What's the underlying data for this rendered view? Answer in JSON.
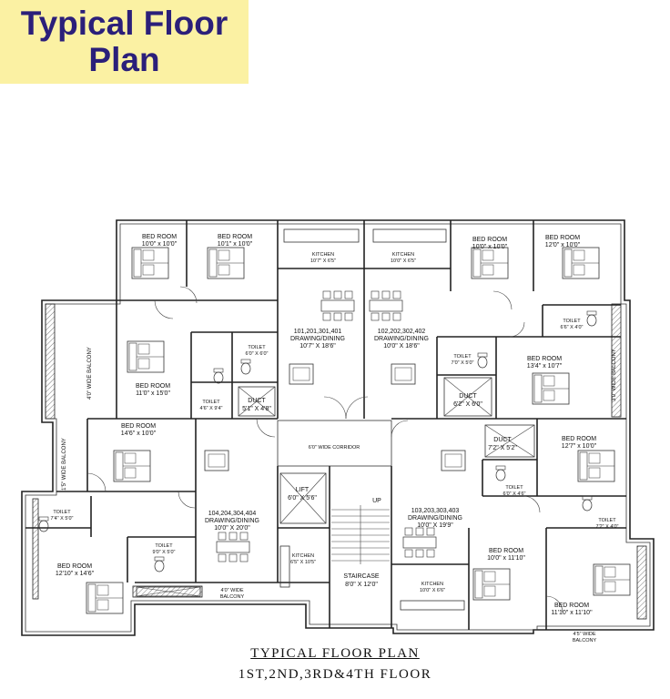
{
  "header": {
    "title_line1": "Typical Floor",
    "title_line2": "Plan",
    "bg_color": "#fbf1a3",
    "text_color": "#2b1f7a"
  },
  "rooms": {
    "bed_tl1": {
      "name": "BED ROOM",
      "size": "10'0\" x 10'0\""
    },
    "bed_tl2": {
      "name": "BED ROOM",
      "size": "10'1\" x 10'0\""
    },
    "kitchen_l": {
      "name": "KITCHEN",
      "size": "10'7\" X 6'5\""
    },
    "kitchen_r": {
      "name": "KITCHEN",
      "size": "10'0\" X 6'5\""
    },
    "bed_tr1": {
      "name": "BED ROOM",
      "size": "10'0\" x 10'0\""
    },
    "bed_tr2": {
      "name": "BED ROOM",
      "size": "12'0\" x 10'0\""
    },
    "dd_101": {
      "units": "101,201,301,401",
      "name": "DRAWING/DINING",
      "size": "10'7\" X 18'6\""
    },
    "dd_102": {
      "units": "102,202,302,402",
      "name": "DRAWING/DINING",
      "size": "10'0\" X 18'6\""
    },
    "toilet_a": {
      "name": "TOILET",
      "size": "6'0\" X 6'0\""
    },
    "toilet_b": {
      "name": "TOILET",
      "size": "7'0\" X 5'0\""
    },
    "toilet_c": {
      "name": "TOILET",
      "size": "6'6\" X 4'0\""
    },
    "toilet_d": {
      "name": "TOILET",
      "size": "4'6\" X 9'4\""
    },
    "bed_l2": {
      "name": "BED ROOM",
      "size": "11'0\" x 15'0\""
    },
    "bed_r2": {
      "name": "BED ROOM",
      "size": "13'4\" x 10'7\""
    },
    "duct_l": {
      "name": "DUCT",
      "size": "5'1\" X 4'8\""
    },
    "duct_r": {
      "name": "DUCT",
      "size": "6'2\" X 6'0\""
    },
    "balcony_l": {
      "name": "4'0\" WIDE BALCONY"
    },
    "balcony_r": {
      "name": "3'0\" WIDE BALCONY"
    },
    "corridor": {
      "name": "6'0\" WIDE CORRIDOR"
    },
    "bed_l3": {
      "name": "BED ROOM",
      "size": "14'6\" x 10'0\""
    },
    "bed_r3": {
      "name": "BED ROOM",
      "size": "12'7\" x 10'0\""
    },
    "duct_r2": {
      "name": "DUCT",
      "size": "7'2\" X 5'2\""
    },
    "toilet_e": {
      "name": "TOILET",
      "size": "6'0\" X 4'6\""
    },
    "toilet_f": {
      "name": "TOILET",
      "size": "7'2\" X 4'0\""
    },
    "lift": {
      "name": "LIFT",
      "size": "6'0\" X 5'6\""
    },
    "up": "UP",
    "dd_104": {
      "units": "104,204,304,404",
      "name": "DRAWING/DINING",
      "size": "10'0\" X 20'0\""
    },
    "dd_103": {
      "units": "103,203,303,403",
      "name": "DRAWING/DINING",
      "size": "10'0\" X 19'9\""
    },
    "balcony_l2": {
      "name": "1'5\" WIDE BALCONY"
    },
    "toilet_g": {
      "name": "TOILET",
      "size": "7'4\" X 5'0\""
    },
    "toilet_h": {
      "name": "TOILET",
      "size": "9'0\" X 5'0\""
    },
    "bed_bl": {
      "name": "BED ROOM",
      "size": "12'10\" x 14'6\""
    },
    "kitchen_bl": {
      "name": "KITCHEN",
      "size": "6'5\" X 10'5\""
    },
    "balcony_b1": {
      "line1": "4'0\" WIDE",
      "line2": "BALCONY"
    },
    "staircase": {
      "name": "STAIRCASE",
      "size": "8'0\" X 12'0\""
    },
    "kitchen_br": {
      "name": "KITCHEN",
      "size": "10'0\" X 6'6\""
    },
    "bed_br1": {
      "name": "BED ROOM",
      "size": "10'0\" x 11'10\""
    },
    "bed_br2": {
      "name": "BED ROOM",
      "size": "11'10\" x 11'10\""
    },
    "balcony_b2": {
      "line1": "4'5\" WIDE",
      "line2": "BALCONY"
    }
  },
  "caption": {
    "line1": "TYPICAL FLOOR PLAN",
    "line2": "1ST,2ND,3RD&4TH FLOOR"
  }
}
